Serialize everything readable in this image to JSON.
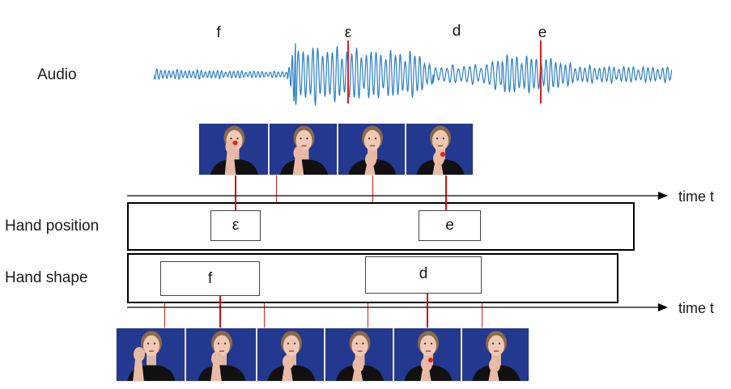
{
  "labels": {
    "audio": "Audio",
    "hand_position": "Hand position",
    "hand_shape": "Hand shape",
    "time_axis_top": "time t",
    "time_axis_bottom": "time t"
  },
  "phonemes": [
    {
      "symbol": "f"
    },
    {
      "symbol": "ε"
    },
    {
      "symbol": "d"
    },
    {
      "symbol": "e"
    }
  ],
  "hand_position_boxes": [
    {
      "symbol": "ε"
    },
    {
      "symbol": "e"
    }
  ],
  "hand_shape_boxes": [
    {
      "symbol": "f"
    },
    {
      "symbol": "d"
    }
  ],
  "colors": {
    "waveform": "#2a7fc8",
    "marker": "#e02020",
    "frame_background": "#23388f",
    "axis": "#000000"
  }
}
